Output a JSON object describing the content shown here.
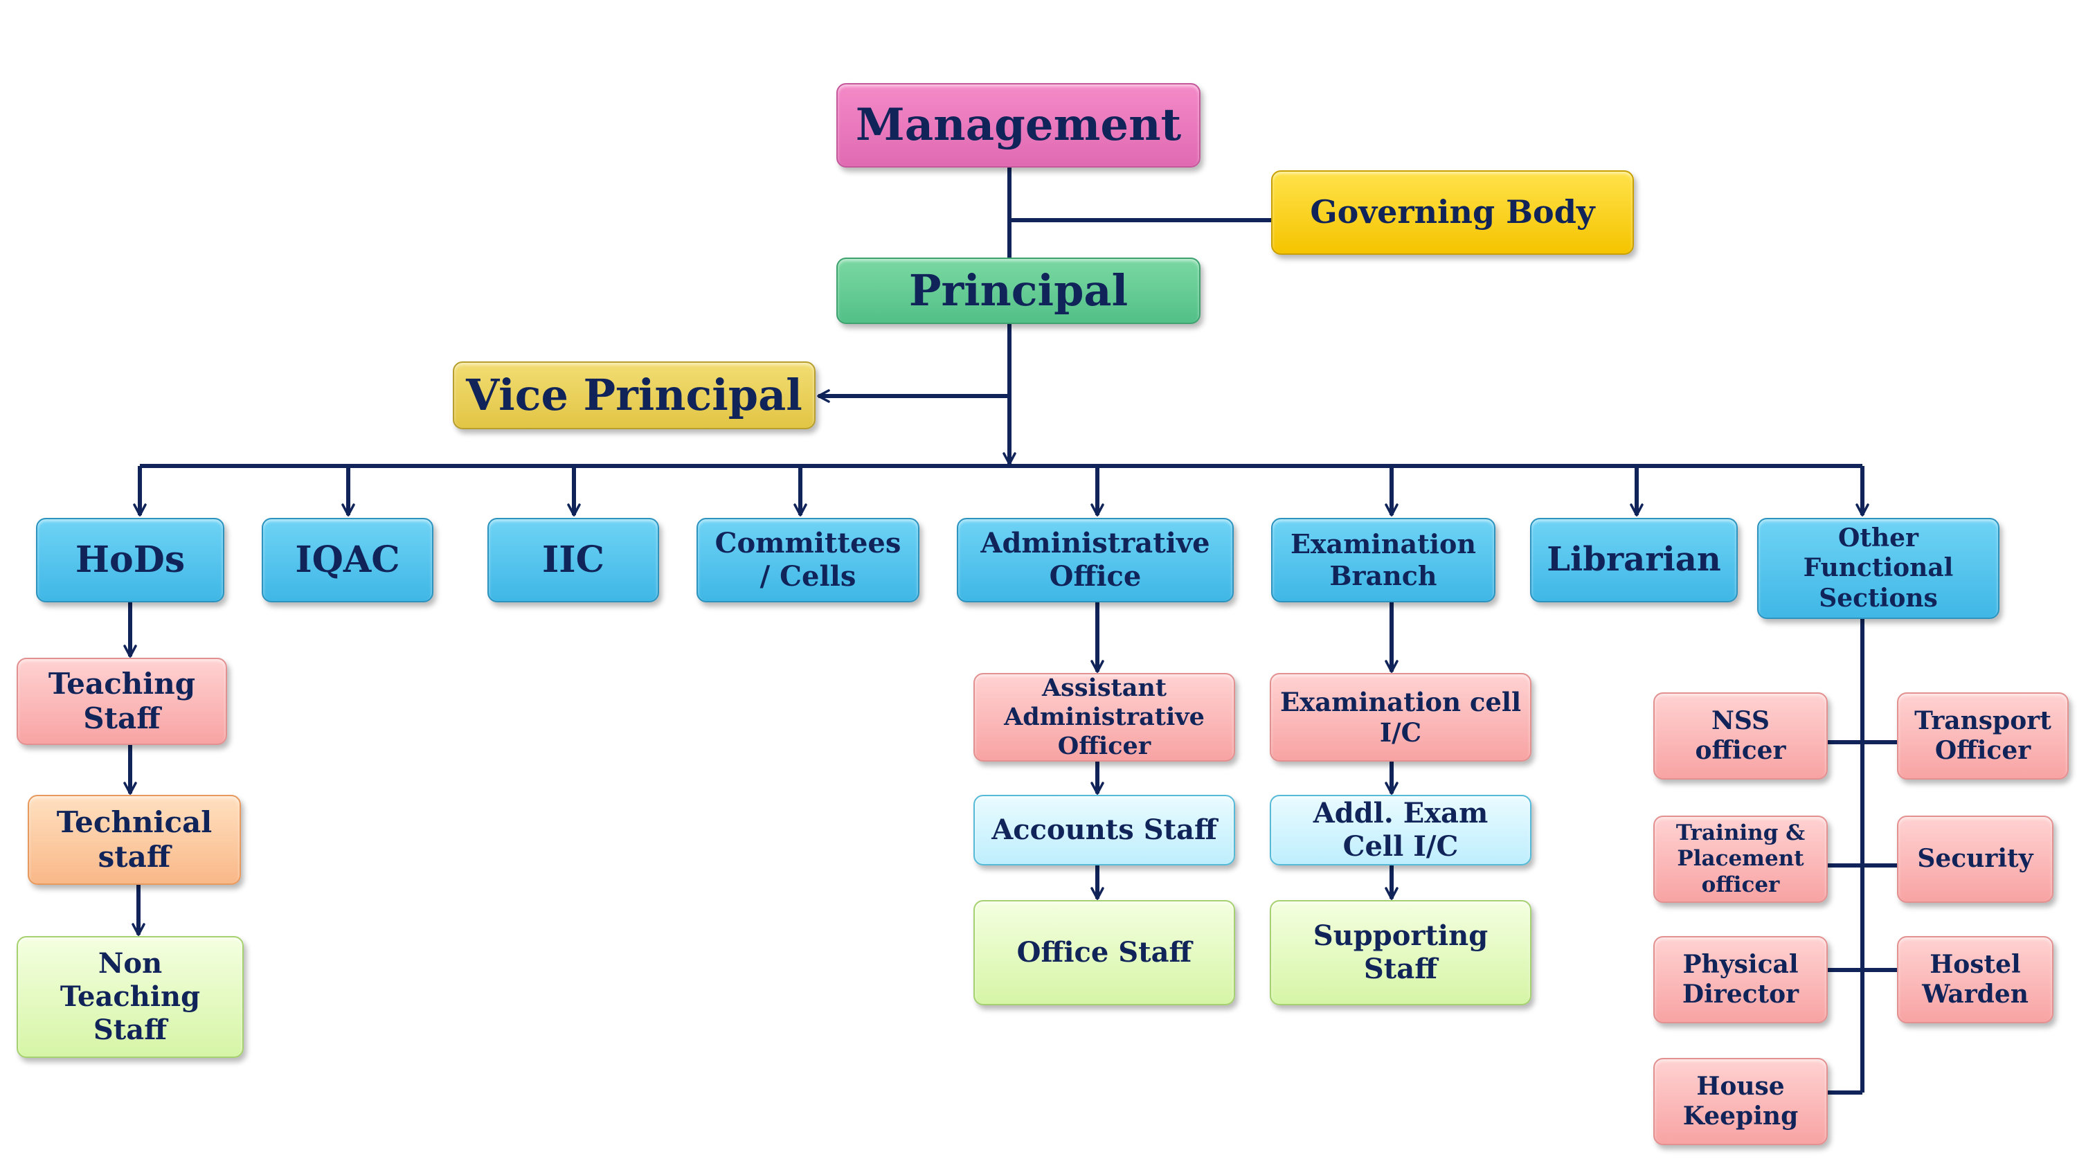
{
  "nodes": {
    "management": "Management",
    "governing_body": "Governing Body",
    "principal": "Principal",
    "vice_principal": "Vice Principal",
    "hods": "HoDs",
    "iqac": "IQAC",
    "iic": "IIC",
    "committees": "Committees\n/ Cells",
    "administrative_office": "Administrative\nOffice",
    "examination_branch": "Examination\nBranch",
    "librarian": "Librarian",
    "other_sections": "Other\nFunctional\nSections",
    "teaching_staff": "Teaching\nStaff",
    "technical_staff": "Technical\nstaff",
    "non_teaching_staff": "Non\nTeaching\nStaff",
    "assistant_admin_officer": "Assistant\nAdministrative\nOfficer",
    "accounts_staff": "Accounts Staff",
    "office_staff": "Office Staff",
    "exam_cell_ic": "Examination cell\nI/C",
    "addl_exam_cell_ic": "Addl. Exam\nCell I/C",
    "supporting_staff": "Supporting\nStaff",
    "nss_officer": "NSS\nofficer",
    "transport_officer": "Transport\nOfficer",
    "training_placement": "Training &\nPlacement\nofficer",
    "security": "Security",
    "physical_director": "Physical\nDirector",
    "hostel_warden": "Hostel\nWarden",
    "house_keeping": "House\nKeeping"
  },
  "colors": {
    "connector": "#10245a",
    "text": "#10245a"
  }
}
